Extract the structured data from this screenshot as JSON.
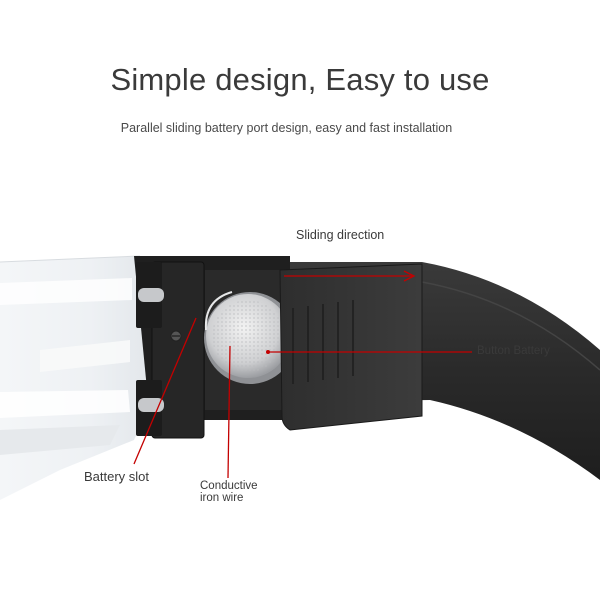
{
  "header": {
    "title": "Simple design, Easy to use",
    "subtitle": "Parallel sliding battery port design, easy and fast installation"
  },
  "callouts": {
    "sliding_direction": "Sliding direction",
    "button_battery": "Button Battery",
    "battery_slot": "Battery slot",
    "conductive_wire_line1": "Conductive",
    "conductive_wire_line2": "iron wire"
  },
  "colors": {
    "callout_line": "#c40000",
    "frame": "#2b2b2b",
    "text": "#3a3a3a"
  }
}
